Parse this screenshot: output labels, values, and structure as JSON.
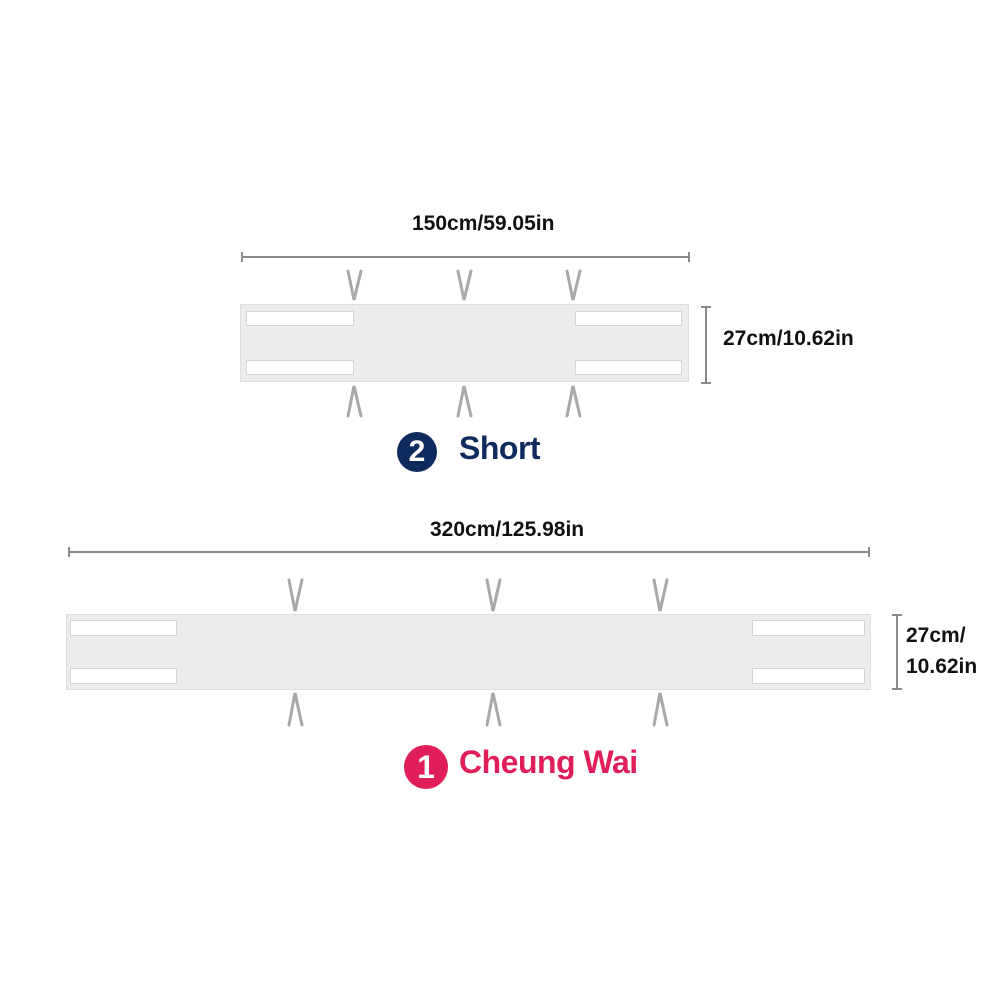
{
  "short_bumper": {
    "width_label": "150cm/59.05in",
    "height_label": "27cm/10.62in",
    "badge_number": "2",
    "caption": "Short",
    "accent_color": "#0f2a5c"
  },
  "long_bumper": {
    "width_label": "320cm/125.98in",
    "height_label_line1": "27cm/",
    "height_label_line2": "10.62in",
    "badge_number": "1",
    "caption": "Cheung Wai",
    "accent_color": "#e01e5a"
  }
}
